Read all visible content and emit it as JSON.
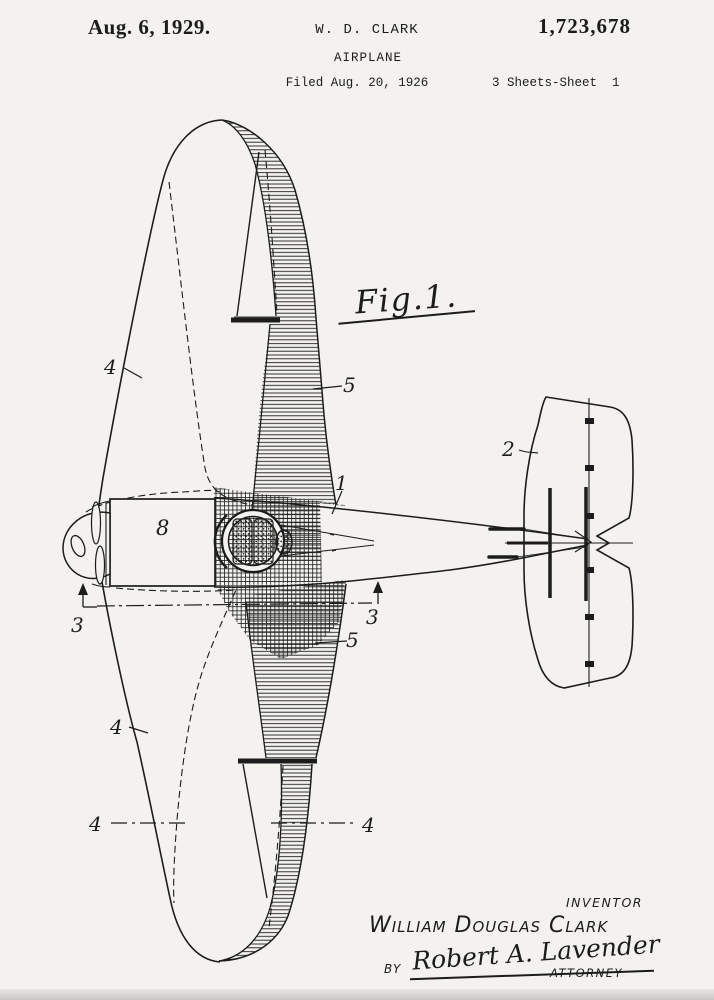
{
  "page": {
    "background": "#f3f2ee",
    "ink": "#1c1c1c"
  },
  "header": {
    "date": "Aug. 6, 1929.",
    "inventor_initials": "W. D. CLARK",
    "patent_number": "1,723,678",
    "invention_title": "AIRPLANE",
    "filing_line": "Filed Aug. 20, 1926",
    "sheet_line": "3 Sheets-Sheet  1"
  },
  "figure": {
    "caption": "Fig.1.",
    "reference_numerals": {
      "fuselage": "1",
      "tail": "2",
      "section": "3",
      "wing": "4",
      "wing_projection": "5",
      "engine": "8"
    }
  },
  "footer": {
    "inventor_label": "INVENTOR",
    "inventor_name": "William Douglas Clark",
    "by_label": "BY",
    "signature": "Robert A. Lavender",
    "attorney_label": "ATTORNEY"
  }
}
